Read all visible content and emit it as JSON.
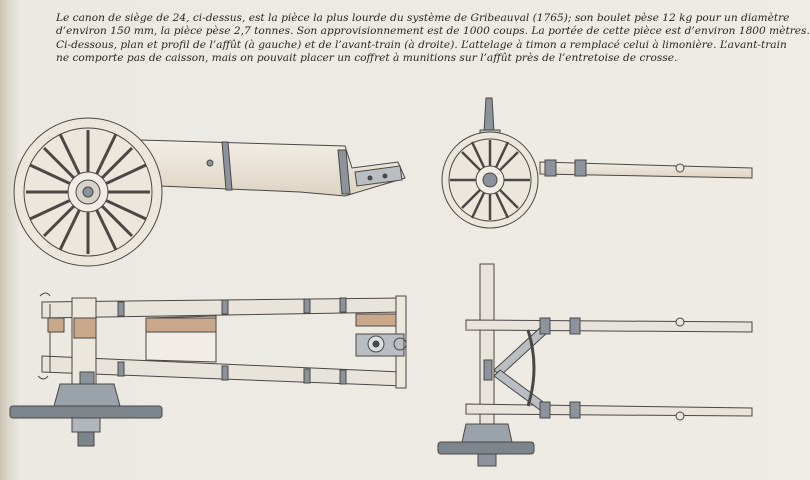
{
  "caption": {
    "lines": [
      "Le canon de siège de 24, ci-dessus, est la pièce la plus lourde du système de Gribeauval (1765); son boulet pèse 12 kg pour un diamètre",
      "d’environ 150 mm, la pièce pèse 2,7 tonnes. Son approvisionnement est de 1000 coups. La portée de cette pièce est d’environ 1800 mètres.",
      "Ci-dessous, plan et profil de l’affût (à gauche) et de l’avant-train (à droite). L’attelage à timon a remplacé celui à limonière. L’avant-train",
      "ne comporte pas de caisson, mais on pouvait placer un coffret à munitions sur l’affût près de l’entretoise de crosse."
    ]
  },
  "colors": {
    "paper": "#eeebe5",
    "wood": "#ece7dc",
    "wood_shade": "#d9cdbb",
    "iron": "#8b949d",
    "ink": "#4a4745",
    "rust": "#c9a88c"
  }
}
